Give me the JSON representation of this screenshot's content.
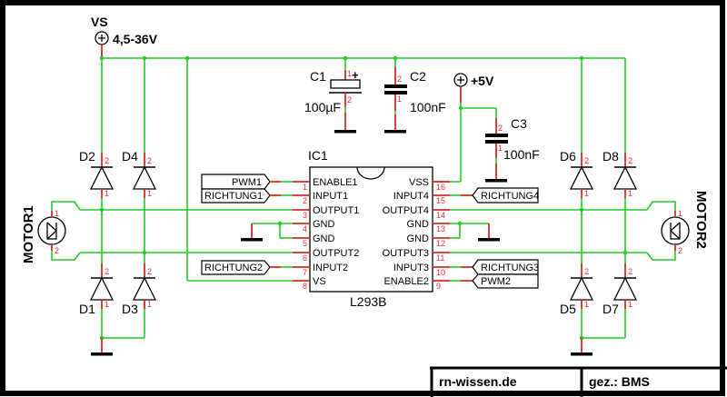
{
  "power": {
    "vs_label": "VS",
    "vs_value": "4,5-36V",
    "v5_label": "+5V"
  },
  "capacitors": [
    {
      "ref": "C1",
      "value": "100µF",
      "polarized": true,
      "pin_top": "1",
      "pin_bottom": "2",
      "plus": "+"
    },
    {
      "ref": "C2",
      "value": "100nF",
      "pin_top": "2",
      "pin_bottom": "1"
    },
    {
      "ref": "C3",
      "value": "100nF",
      "pin_top": "2",
      "pin_bottom": "1"
    }
  ],
  "ic": {
    "ref": "IC1",
    "part": "L293B",
    "left_pins": [
      {
        "num": "1",
        "name": "ENABLE1"
      },
      {
        "num": "2",
        "name": "INPUT1"
      },
      {
        "num": "3",
        "name": "OUTPUT1"
      },
      {
        "num": "4",
        "name": "GND"
      },
      {
        "num": "5",
        "name": "GND"
      },
      {
        "num": "6",
        "name": "OUTPUT2"
      },
      {
        "num": "7",
        "name": "INPUT2"
      },
      {
        "num": "8",
        "name": "VS"
      }
    ],
    "right_pins": [
      {
        "num": "16",
        "name": "VSS"
      },
      {
        "num": "15",
        "name": "INPUT4"
      },
      {
        "num": "14",
        "name": "OUTPUT4"
      },
      {
        "num": "13",
        "name": "GND"
      },
      {
        "num": "12",
        "name": "GND"
      },
      {
        "num": "11",
        "name": "OUTPUT3"
      },
      {
        "num": "10",
        "name": "INPUT3"
      },
      {
        "num": "9",
        "name": "ENABLE2"
      }
    ]
  },
  "net_labels": {
    "pwm1": "PWM1",
    "richtung1": "RICHTUNG1",
    "richtung2": "RICHTUNG2",
    "richtung4": "RICHTUNG4",
    "richtung3": "RICHTUNG3",
    "pwm2": "PWM2"
  },
  "diodes": [
    {
      "ref": "D2",
      "pin_a": "2",
      "pin_k": "1"
    },
    {
      "ref": "D4",
      "pin_a": "2",
      "pin_k": "1"
    },
    {
      "ref": "D1",
      "pin_a": "2",
      "pin_k": "1"
    },
    {
      "ref": "D3",
      "pin_a": "2",
      "pin_k": "1"
    },
    {
      "ref": "D6",
      "pin_a": "2",
      "pin_k": "1"
    },
    {
      "ref": "D8",
      "pin_a": "2",
      "pin_k": "1"
    },
    {
      "ref": "D5",
      "pin_a": "2",
      "pin_k": "1"
    },
    {
      "ref": "D7",
      "pin_a": "2",
      "pin_k": "1"
    }
  ],
  "motors": [
    {
      "ref": "MOTOR1",
      "pin1": "1",
      "pin2": "2"
    },
    {
      "ref": "MOTOR2",
      "pin1": "1",
      "pin2": "2"
    }
  ],
  "title_block": {
    "site": "rn-wissen.de",
    "drawn_by": "gez.: BMS"
  }
}
